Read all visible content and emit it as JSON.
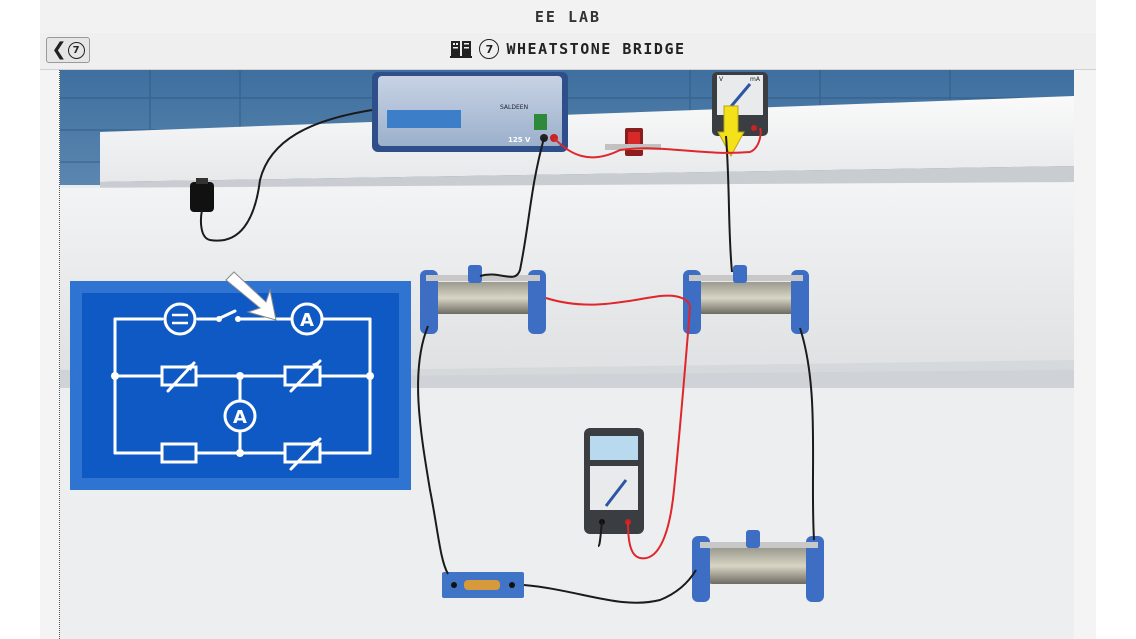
{
  "app": {
    "title": "EE LAB"
  },
  "subbar": {
    "back_number": "7",
    "lab_number": "7",
    "lab_name": "WHEATSTONE BRIDGE"
  },
  "scene": {
    "power_supply_display": "125 V",
    "power_supply_brand": "SALDEEN",
    "meter_labels": {
      "left": "V",
      "right": "mA"
    },
    "pointer_color": "#f5e11a",
    "wire_red": "#e0262b",
    "wire_black": "#1b1b1b"
  },
  "schematic": {
    "meter_symbol": "A",
    "bg_color": "#0f59c4"
  }
}
